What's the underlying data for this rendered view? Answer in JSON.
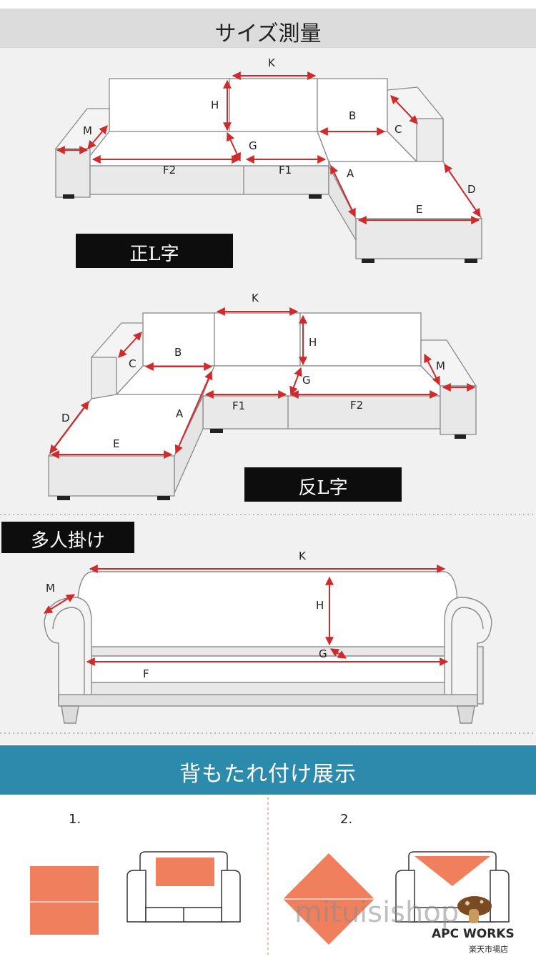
{
  "header": {
    "title": "サイズ測量"
  },
  "diagram1": {
    "label": "正L字",
    "dims": {
      "k": "K",
      "h": "H",
      "b": "B",
      "m": "M",
      "c": "C",
      "g": "G",
      "f2": "F2",
      "f1": "F1",
      "a": "A",
      "d": "D",
      "e": "E"
    }
  },
  "diagram2": {
    "label": "反L字",
    "dims": {
      "k": "K",
      "h": "H",
      "b": "B",
      "c": "C",
      "m": "M",
      "g": "G",
      "d": "D",
      "a": "A",
      "f1": "F1",
      "f2": "F2",
      "e": "E"
    }
  },
  "diagram3": {
    "label": "多人掛け",
    "dims": {
      "k": "K",
      "m": "M",
      "h": "H",
      "g": "G",
      "f": "F"
    }
  },
  "display": {
    "title": "背もたれ付け展示",
    "step1": "1.",
    "step2": "2."
  },
  "watermark": {
    "text": "mituisishop",
    "brand": "APC WORKS",
    "store": "楽天市場店"
  },
  "colors": {
    "arrow": "#d02a2a",
    "sofa_fill": "#ffffff",
    "sofa_side": "#e6e6e6",
    "sofa_stroke": "#8a8a8a",
    "label_bg": "#0d0d0d",
    "bar_bg": "#2c8aad",
    "cover": "#f07f5e"
  }
}
